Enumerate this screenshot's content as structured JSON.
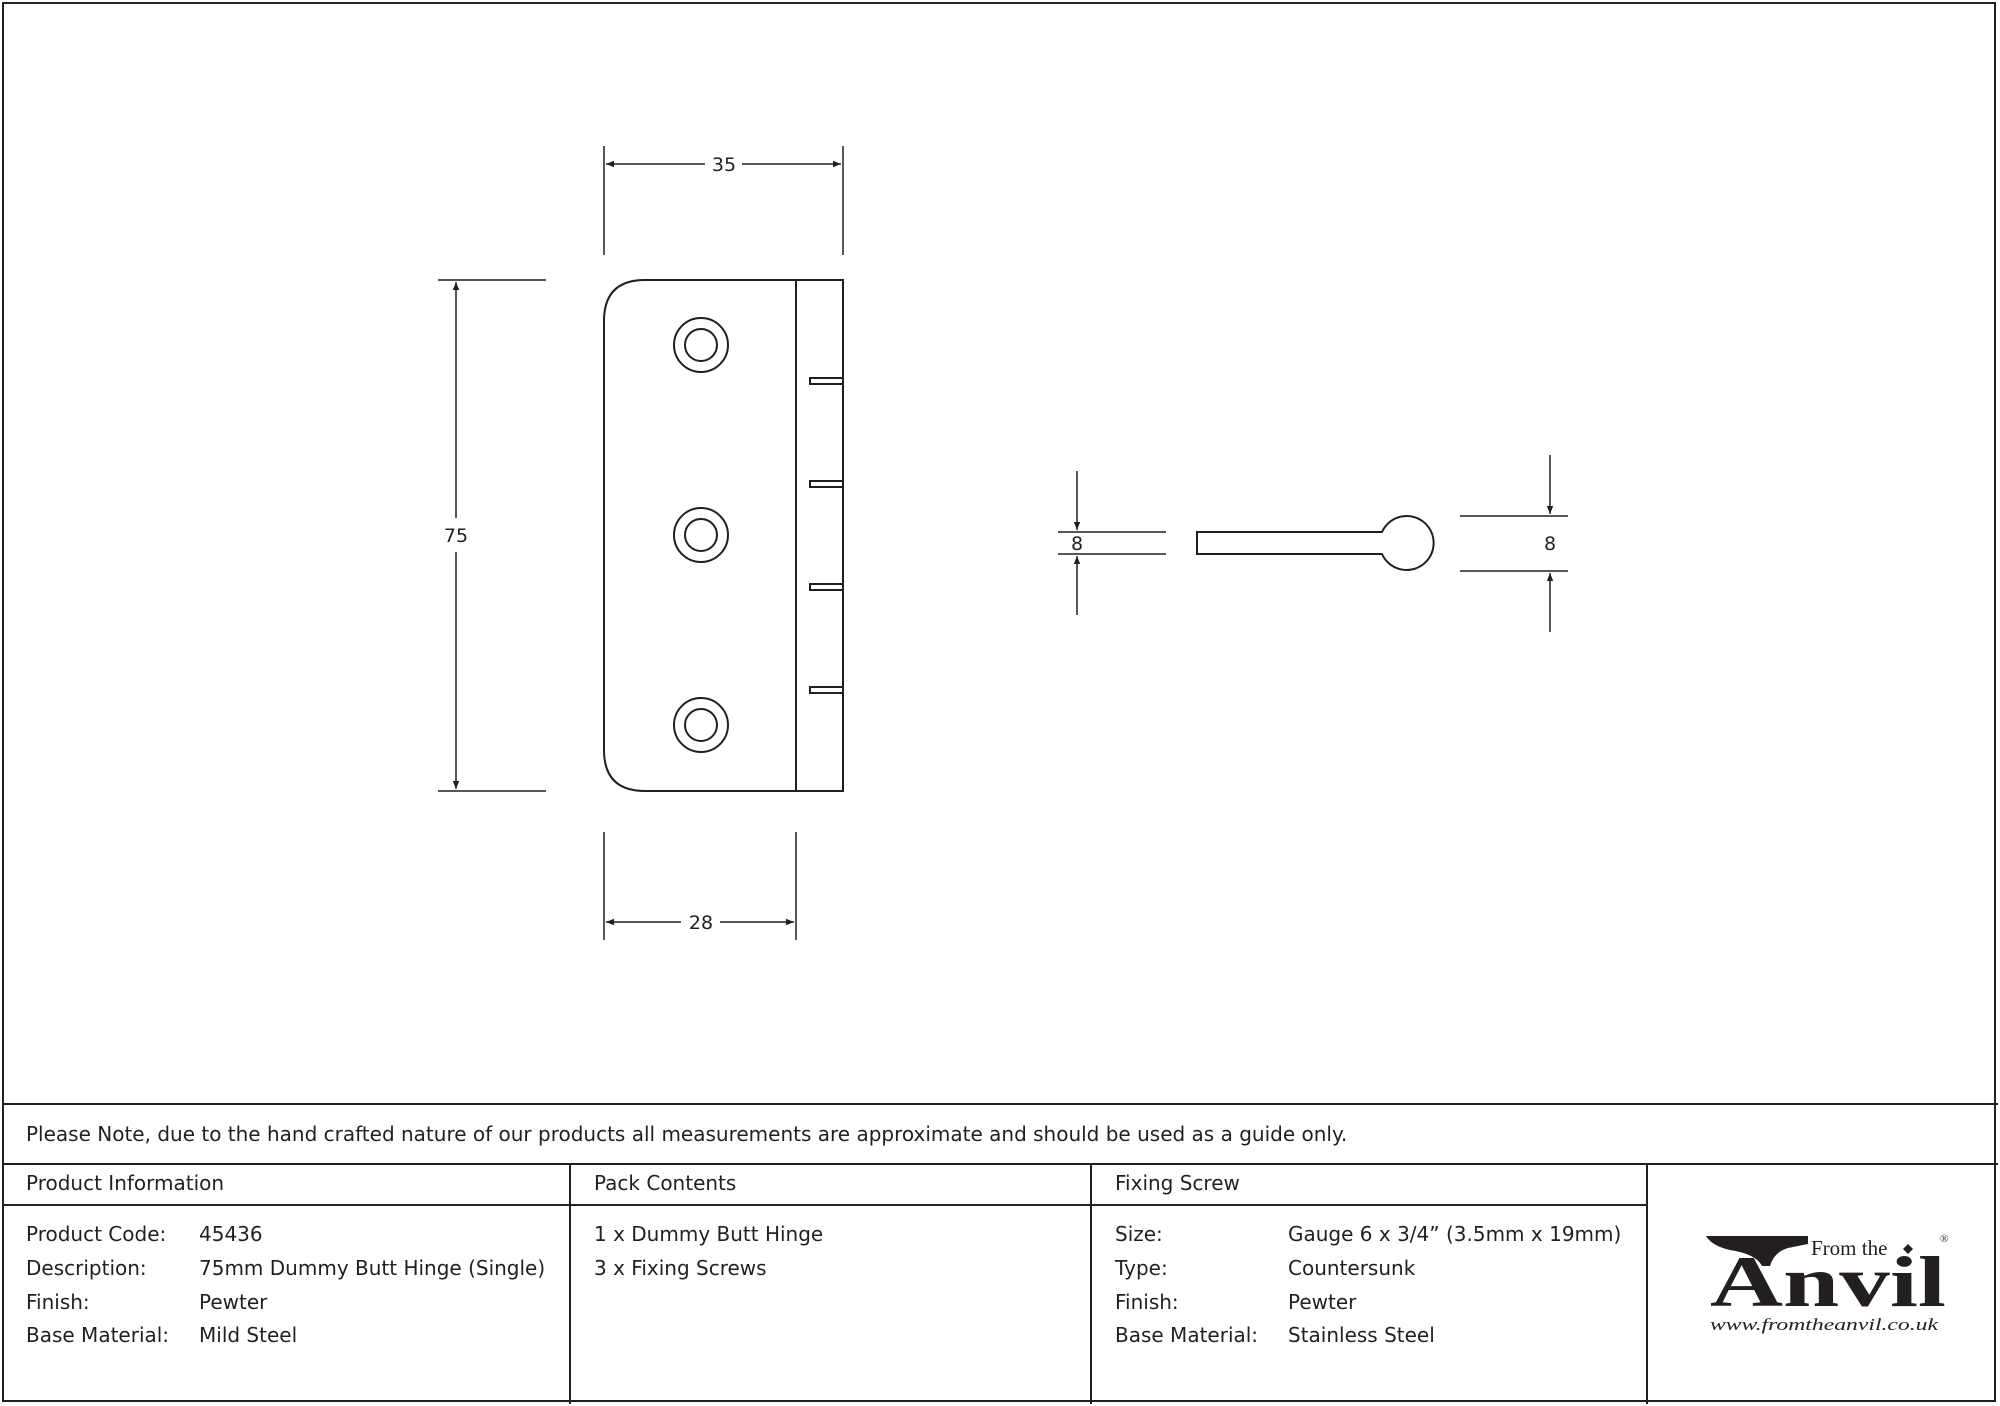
{
  "dimensions": {
    "width_top": "35",
    "height_left": "75",
    "width_bottom": "28",
    "thickness_left": "8",
    "thickness_right": "8"
  },
  "note": "Please Note, due to the hand crafted nature of our products all measurements are approximate and should be used as a guide only.",
  "product_information": {
    "header": "Product Information",
    "rows": [
      {
        "label": "Product Code:",
        "value": "45436"
      },
      {
        "label": "Description:",
        "value": "75mm Dummy Butt Hinge (Single)"
      },
      {
        "label": "Finish:",
        "value": "Pewter"
      },
      {
        "label": "Base Material:",
        "value": "Mild Steel"
      }
    ]
  },
  "pack_contents": {
    "header": "Pack Contents",
    "items": [
      "1 x Dummy Butt Hinge",
      "3 x Fixing Screws"
    ]
  },
  "fixing_screw": {
    "header": "Fixing Screw",
    "rows": [
      {
        "label": "Size:",
        "value": "Gauge 6 x 3/4” (3.5mm x 19mm)"
      },
      {
        "label": "Type:",
        "value": "Countersunk"
      },
      {
        "label": "Finish:",
        "value": "Pewter"
      },
      {
        "label": "Base Material:",
        "value": "Stainless Steel"
      }
    ]
  },
  "logo": {
    "from_the": "From the",
    "brand": "Anvil",
    "registered": "®",
    "url": "www.fromtheanvil.co.uk"
  },
  "colors": {
    "line": "#231f20",
    "background": "#ffffff"
  }
}
